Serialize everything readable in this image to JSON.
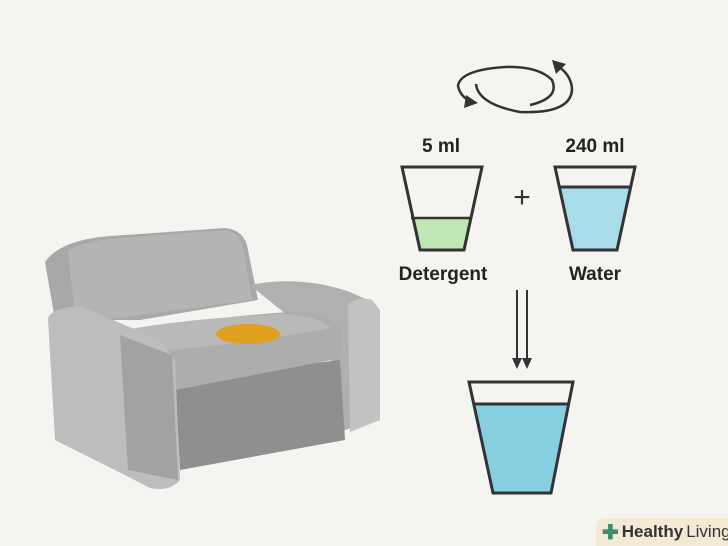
{
  "labels": {
    "detergent_amount": "5 ml",
    "water_amount": "240 ml",
    "detergent": "Detergent",
    "water": "Water",
    "plus": "+"
  },
  "logo": {
    "bold": "Healthy",
    "regular": "Living"
  },
  "colors": {
    "background": "#f5f4f0",
    "detergent": "#bfe6b4",
    "water": "#a9dbe8",
    "mix": "#86cfe0",
    "stain": "#e0a020",
    "outline": "#333333"
  }
}
